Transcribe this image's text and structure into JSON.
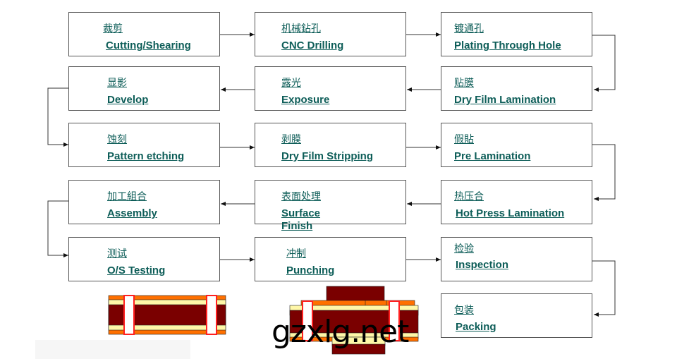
{
  "steps": [
    {
      "cn": "裁剪",
      "en": "Cutting/Shearing"
    },
    {
      "cn": "机械鉆孔",
      "en": "CNC Drilling"
    },
    {
      "cn": "镀通孔",
      "en": "Plating Through Hole"
    },
    {
      "cn": "贴膜",
      "en": "Dry Film Lamination"
    },
    {
      "cn": "露光",
      "en": "Exposure"
    },
    {
      "cn": "显影",
      "en": "Develop"
    },
    {
      "cn": "蚀刻",
      "en": "Pattern etching"
    },
    {
      "cn": "剥膜",
      "en": "Dry Film Stripping"
    },
    {
      "cn": "假貼",
      "en": " Pre Lamination"
    },
    {
      "cn": "热压合",
      "en": "Hot Press Lamination"
    },
    {
      "cn": "表面处理",
      "en": "Surface Finish"
    },
    {
      "cn": "加工組合",
      "en": "Assembly"
    },
    {
      "cn": "测试",
      "en": "O/S Testing"
    },
    {
      "cn": "冲制",
      "en": "Punching"
    },
    {
      "cn": "检验",
      "en": "Inspection"
    },
    {
      "cn": "包装",
      "en": "Packing"
    }
  ],
  "watermark": "gzxlg.net",
  "colors": {
    "text": "#0d5d58",
    "copper": "#7a0000",
    "prepreg": "#fff7a8",
    "foil": "#ff7000",
    "hole": "#ff2020"
  }
}
